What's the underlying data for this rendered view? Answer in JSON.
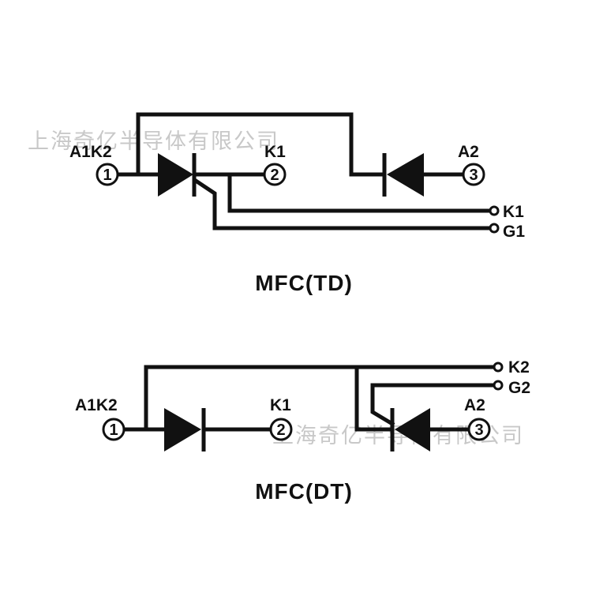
{
  "watermark": {
    "text": "上海奇亿半导体有限公司"
  },
  "top": {
    "title": "MFC(TD)",
    "labels": {
      "a1k2": "A1K2",
      "k1": "K1",
      "a2": "A2",
      "k1_term": "K1",
      "g1_term": "G1"
    },
    "pins": [
      "1",
      "2",
      "3"
    ]
  },
  "bottom": {
    "title": "MFC(DT)",
    "labels": {
      "a1k2": "A1K2",
      "k1": "K1",
      "a2": "A2",
      "k2_term": "K2",
      "g2_term": "G2"
    },
    "pins": [
      "1",
      "2",
      "3"
    ]
  }
}
